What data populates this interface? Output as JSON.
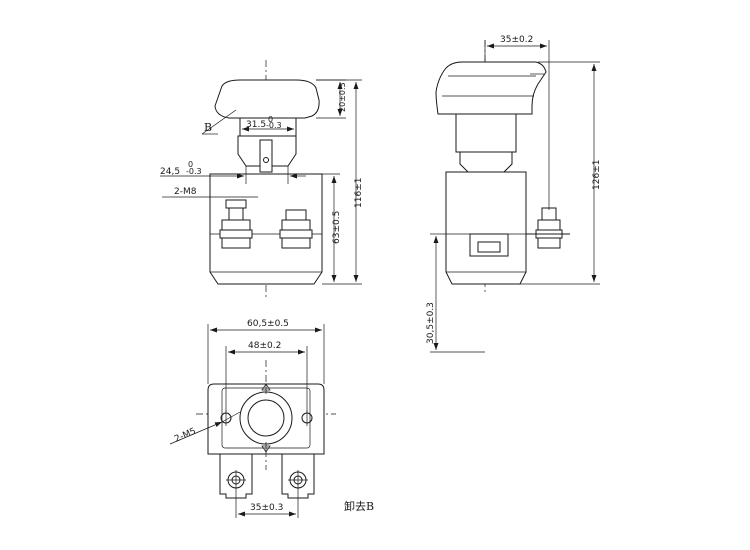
{
  "front_view": {
    "label_b": "B",
    "dim_knob_height": "20±0.3",
    "dim_neck_width": "31.5-0.3",
    "dim_neck_width_main": "31.5",
    "dim_neck_width_tol_top": "0",
    "dim_neck_width_tol_bottom": "-0.3",
    "dim_shaft_width": "24.5-0.3",
    "dim_shaft_width_main": "24,5",
    "dim_shaft_width_tol_top": "0",
    "dim_shaft_width_tol_bottom": "-0.3",
    "dim_terminal": "2-M8",
    "dim_total_height": "116±1",
    "dim_body_height": "63±0.5"
  },
  "side_view": {
    "dim_top_offset": "35±0.2",
    "dim_total_height": "126±1",
    "dim_base_offset": "30,5±0.3"
  },
  "bottom_view": {
    "dim_outer_width": "60,5±0.5",
    "dim_hole_spacing": "48±0.2",
    "dim_mount_holes": "2-M5",
    "dim_terminal_spacing": "35±0.3"
  },
  "caption": "卸去B"
}
